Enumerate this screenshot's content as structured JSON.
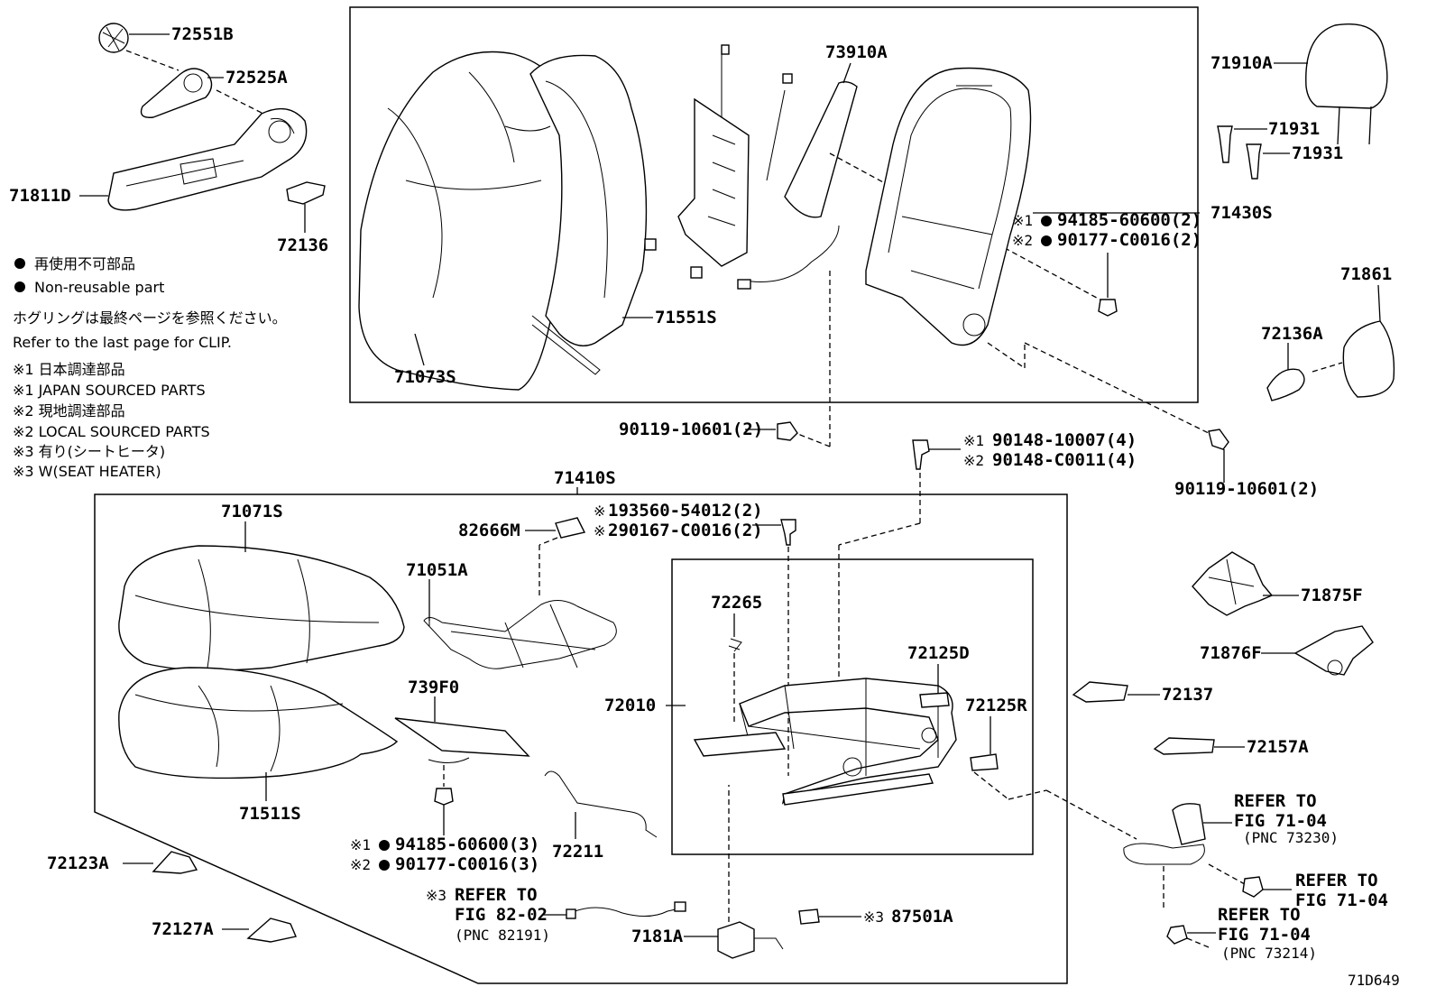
{
  "diagram_code": "71D649",
  "legend": {
    "bullet_ja": "再使用不可部品",
    "bullet_en": "Non-reusable part",
    "clip_ja": "ホグリングは最終ページを参照ください。",
    "clip_en": "Refer to the last page for CLIP.",
    "n1_ja": "※1 日本調達部品",
    "n1_en": "※1 JAPAN SOURCED PARTS",
    "n2_ja": "※2 現地調達部品",
    "n2_en": "※2 LOCAL SOURCED PARTS",
    "n3_ja": "※3 有り(シートヒータ)",
    "n3_en": "※3 W(SEAT HEATER)"
  },
  "parts": {
    "p72551B": "72551B",
    "p72525A": "72525A",
    "p71811D": "71811D",
    "p72136": "72136",
    "p73910A": "73910A",
    "p71910A": "71910A",
    "p71931a": "71931",
    "p71931b": "71931",
    "p71430S": "71430S",
    "p71861": "71861",
    "p72136A": "72136A",
    "p71551S": "71551S",
    "p71073S": "71073S",
    "p71410S": "71410S",
    "p71071S": "71071S",
    "p82666M": "82666M",
    "p71051A": "71051A",
    "p739F0": "739F0",
    "p71511S": "71511S",
    "p72265": "72265",
    "p72125D": "72125D",
    "p72125R": "72125R",
    "p72010": "72010",
    "p72211": "72211",
    "p72123A": "72123A",
    "p72127A": "72127A",
    "p7181A": "7181A",
    "p87501A": "87501A",
    "p71875F": "71875F",
    "p71876F": "71876F",
    "p72137": "72137",
    "p72157A": "72157A"
  },
  "fasteners": {
    "f_94185_60600_2": "94185-60600(2)",
    "f_90177_C0016_2": "90177-C0016(2)",
    "f_90119_left": "90119-10601(2)",
    "f_90119_right": "90119-10601(2)",
    "f_90148_10007": "90148-10007(4)",
    "f_90148_C0011": "90148-C0011(4)",
    "f_93560": "193560-54012(2)",
    "f_90167": "290167-C0016(2)",
    "f_94185_60600_3": "94185-60600(3)",
    "f_90177_C0016_3": "90177-C0016(3)"
  },
  "marks": {
    "m1": "※1",
    "m2": "※2",
    "m3": "※3",
    "mx": "※"
  },
  "refers": {
    "r1_line1": "REFER TO",
    "r1_line2": "FIG 82-02",
    "r1_line3": "(PNC 82191)",
    "r2_line1": "REFER TO",
    "r2_line2": "FIG 71-04",
    "r2_line3": "(PNC 73230)",
    "r3_line1": "REFER TO",
    "r3_line2": "FIG 71-04",
    "r4_line1": "REFER TO",
    "r4_line2": "FIG 71-04",
    "r4_line3": "(PNC 73214)"
  }
}
